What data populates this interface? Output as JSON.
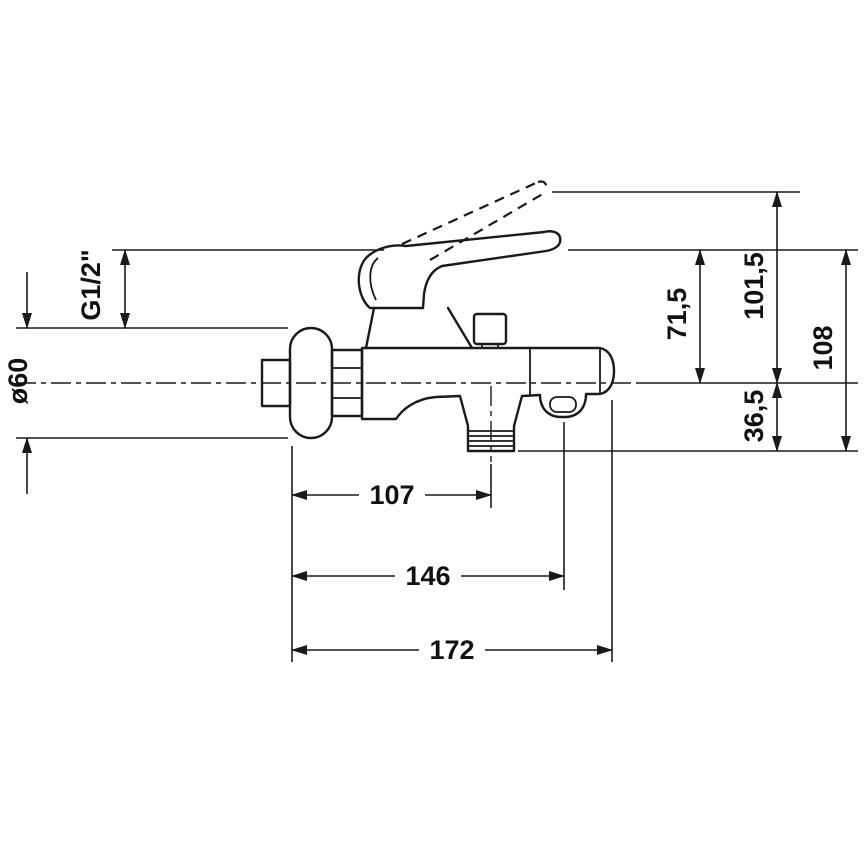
{
  "drawing": {
    "type": "technical-dimension-drawing",
    "subject": "wall-mounted single-lever bath mixer, side view",
    "background_color": "#ffffff",
    "line_color": "#1a1a1a",
    "dimensions": {
      "thread": "G1/2\"",
      "flange_diameter": "ø60",
      "lever_height_above_axis": "71,5",
      "raised_lever_height_above_axis": "101,5",
      "total_height": "108",
      "depth_below_axis": "36,5",
      "projection_to_outlet": "107",
      "projection_to_spout": "146",
      "total_projection": "172"
    }
  }
}
